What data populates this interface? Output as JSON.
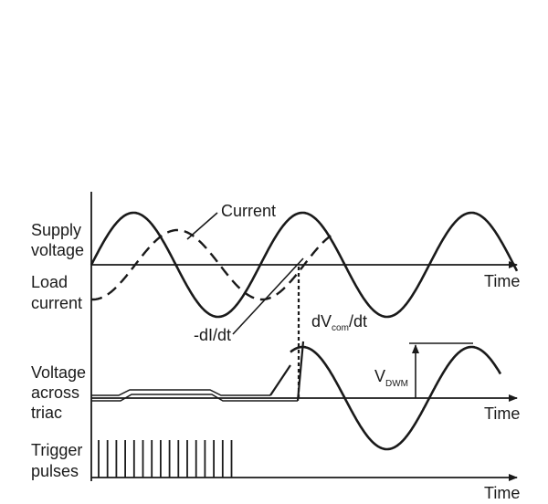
{
  "labels": {
    "supply_voltage_line1": "Supply",
    "supply_voltage_line2": "voltage",
    "load_current_line1": "Load",
    "load_current_line2": "current",
    "current": "Current",
    "time_top": "Time",
    "time_middle": "Time",
    "time_bottom": "Time",
    "di_dt": "-dI/dt",
    "dv_com_main": "dV",
    "dv_com_sub": "com",
    "dv_com_tail": "/dt",
    "vdwm_main": "V",
    "vdwm_sub": "DWM",
    "voltage_across_line1": "Voltage",
    "voltage_across_line2": "across",
    "voltage_across_line3": "triac",
    "trigger_line1": "Trigger",
    "trigger_line2": "pulses"
  },
  "trigger_pulse_count": 16,
  "colors": {
    "ink": "#1a1a1a",
    "background": "#ffffff"
  }
}
